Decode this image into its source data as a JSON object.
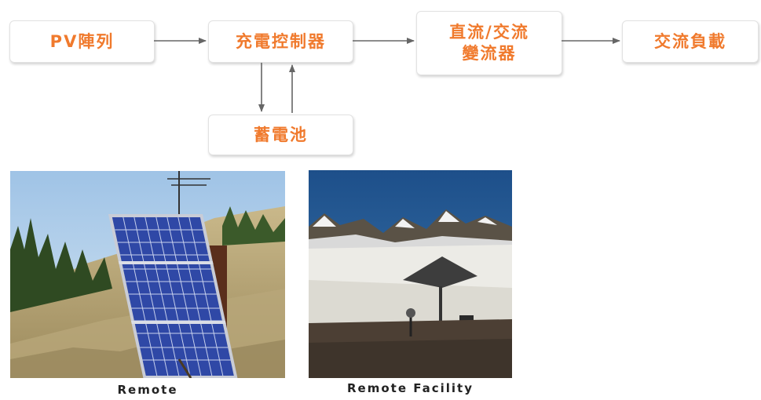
{
  "diagram": {
    "nodes": {
      "pv_array": "PV陣列",
      "charge_controller": "充電控制器",
      "inverter_line1": "直流/交流",
      "inverter_line2": "變流器",
      "ac_load": "交流負載",
      "battery": "蓄電池"
    },
    "edges": [
      {
        "from": "PV陣列",
        "to": "充電控制器"
      },
      {
        "from": "充電控制器",
        "to": "直流/交流變流器"
      },
      {
        "from": "直流/交流變流器",
        "to": "交流負載"
      },
      {
        "from": "充電控制器",
        "to": "蓄電池"
      },
      {
        "from": "蓄電池",
        "to": "充電控制器"
      }
    ],
    "text_color": "#f07a2d"
  },
  "photos": {
    "left_caption": "Remote",
    "right_caption": "Remote Facility"
  }
}
